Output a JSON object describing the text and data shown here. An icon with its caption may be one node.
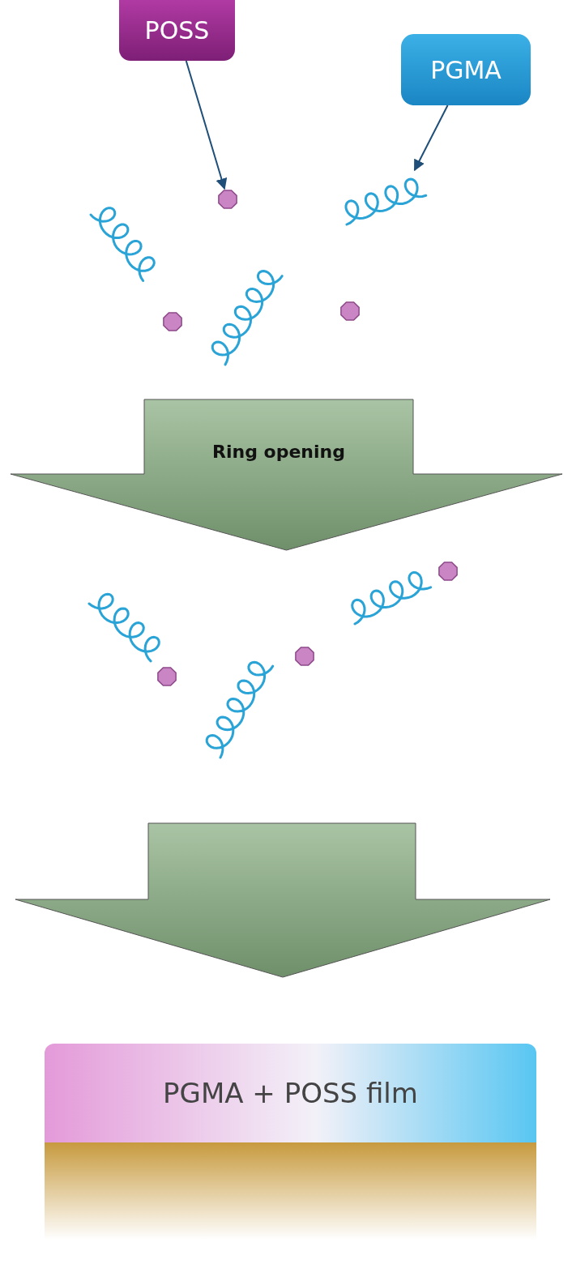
{
  "diagram": {
    "nodes": [
      {
        "text": [
          "POSS"
        ]
      },
      {
        "text": [
          "PGMA"
        ]
      },
      {
        "text": [],
        "shape": "octagon"
      },
      {
        "text": [],
        "shape": "picture"
      },
      {
        "text": [
          "Ring opening"
        ]
      },
      {
        "text": [],
        "shape": "arrow"
      },
      {
        "text": [
          "PGMA + POSS film"
        ]
      },
      {
        "text": [],
        "shape": "bar"
      }
    ],
    "edges": [
      {
        "from": 0,
        "to": 2,
        "arrow": "to"
      },
      {
        "from": 1,
        "to": 3,
        "arrow": "to"
      }
    ]
  }
}
